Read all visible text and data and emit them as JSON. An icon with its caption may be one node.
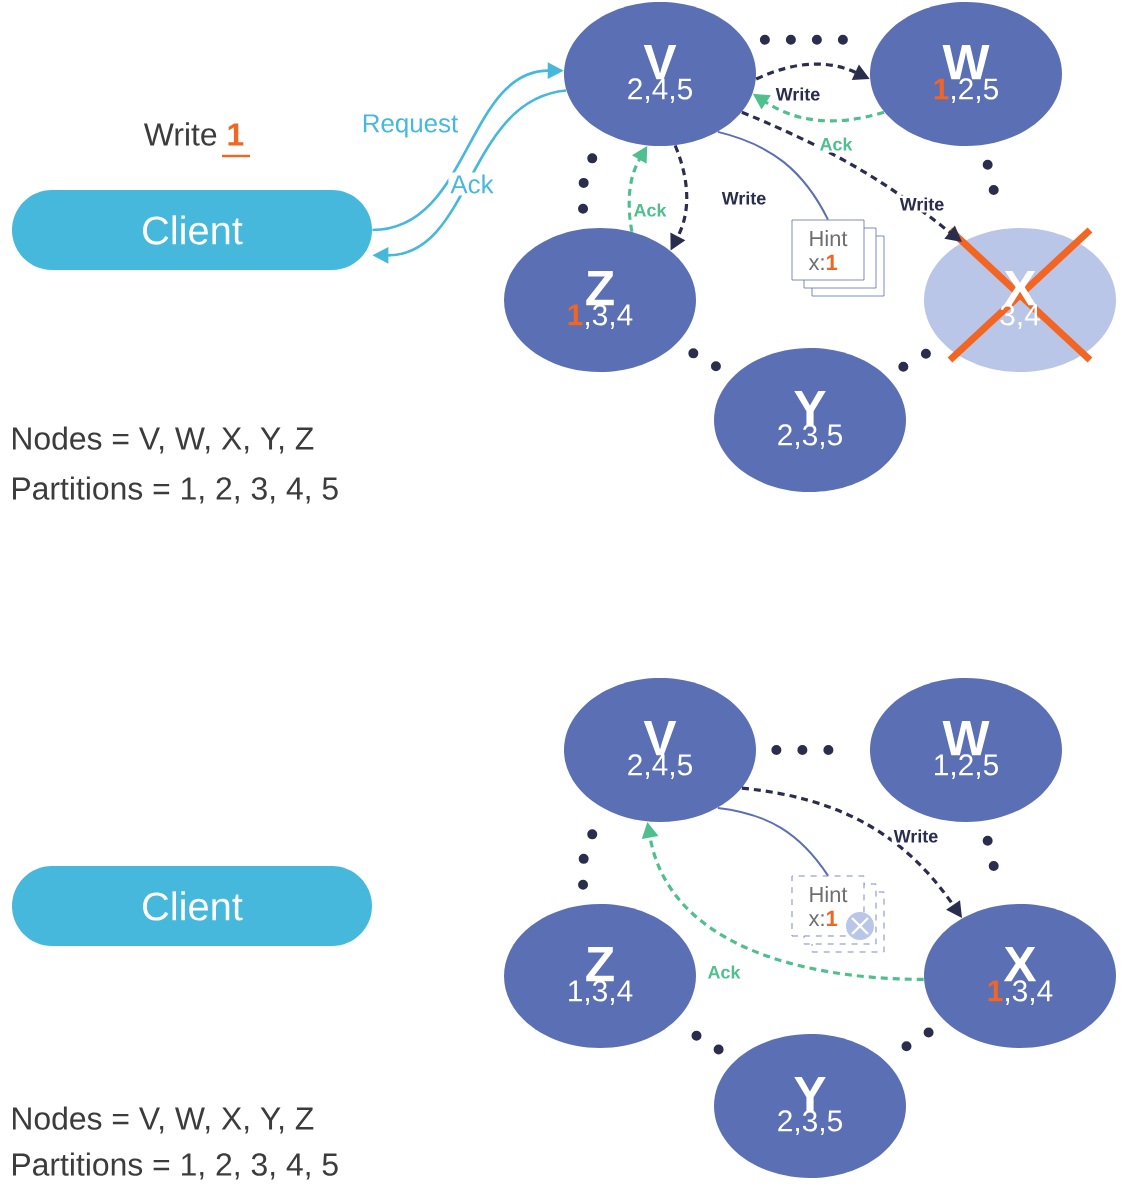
{
  "diagram": {
    "nodes": [
      {
        "text": [
          "Client"
        ]
      },
      {
        "text": [
          "V",
          "2,4,5"
        ]
      },
      {
        "text": [
          "W",
          "**1**,2,5"
        ]
      },
      {
        "text": [
          "Z",
          "**1**,3,4"
        ]
      },
      {
        "text": [
          "X",
          "3,4"
        ]
      },
      {
        "text": [
          "Y",
          "2,3,5"
        ]
      },
      {
        "text": [
          "Hint",
          "x:**1**"
        ]
      },
      {
        "text": [
          "Client"
        ]
      },
      {
        "text": [
          "V",
          "2,4,5"
        ]
      },
      {
        "text": [
          "W",
          "1,2,5"
        ]
      },
      {
        "text": [
          "Z",
          "1,3,4"
        ]
      },
      {
        "text": [
          "X",
          "**1**,3,4"
        ]
      },
      {
        "text": [
          "Y",
          "2,3,5"
        ]
      },
      {
        "text": [
          "Hint",
          "x:**1**"
        ]
      }
    ],
    "edges": [
      {
        "from": 0,
        "to": 1,
        "arrow": "to",
        "label": "Request",
        "color": "#45b8dc"
      },
      {
        "from": 1,
        "to": 0,
        "arrow": "to",
        "label": "Ack",
        "color": "#45b8dc"
      },
      {
        "from": 1,
        "to": 2,
        "arrow": "none",
        "style": "dashed"
      },
      {
        "from": 2,
        "to": 4,
        "arrow": "none",
        "style": "dashed"
      },
      {
        "from": 4,
        "to": 5,
        "arrow": "none",
        "style": "dashed"
      },
      {
        "from": 5,
        "to": 3,
        "arrow": "none",
        "style": "dashed"
      },
      {
        "from": 3,
        "to": 1,
        "arrow": "none",
        "style": "dashed"
      },
      {
        "from": 1,
        "to": 2,
        "arrow": "to",
        "label": "Write",
        "style": "dashed"
      },
      {
        "from": 2,
        "to": 1,
        "arrow": "to",
        "label": "Ack",
        "style": "dashed",
        "color": "#4fc08d"
      },
      {
        "from": 1,
        "to": 3,
        "arrow": "to",
        "label": "Write",
        "style": "dashed"
      },
      {
        "from": 3,
        "to": 1,
        "arrow": "to",
        "label": "Ack",
        "style": "dashed",
        "color": "#4fc08d"
      },
      {
        "from": 1,
        "to": 4,
        "arrow": "to",
        "label": "Write",
        "style": "dashed"
      },
      {
        "from": 1,
        "to": 6,
        "arrow": "none",
        "color": "#5b6fb5"
      },
      {
        "from": 8,
        "to": 9,
        "arrow": "none",
        "style": "dashed"
      },
      {
        "from": 9,
        "to": 11,
        "arrow": "none",
        "style": "dashed"
      },
      {
        "from": 11,
        "to": 12,
        "arrow": "none",
        "style": "dashed"
      },
      {
        "from": 12,
        "to": 10,
        "arrow": "none",
        "style": "dashed"
      },
      {
        "from": 10,
        "to": 8,
        "arrow": "none",
        "style": "dashed"
      },
      {
        "from": 8,
        "to": 11,
        "arrow": "to",
        "label": "Write",
        "style": "dashed"
      },
      {
        "from": 11,
        "to": 8,
        "arrow": "to",
        "label": "Ack",
        "style": "dashed",
        "color": "#4fc08d"
      },
      {
        "from": 8,
        "to": 13,
        "arrow": "none",
        "color": "#5b6fb5"
      }
    ],
    "labels": [
      "Write **1**",
      "Nodes = V, W, X, Y, Z",
      "Partitions = 1, 2, 3, 4, 5",
      "Nodes = V, W, X, Y, Z",
      "Partitions = 1, 2, 3, 4, 5"
    ]
  }
}
